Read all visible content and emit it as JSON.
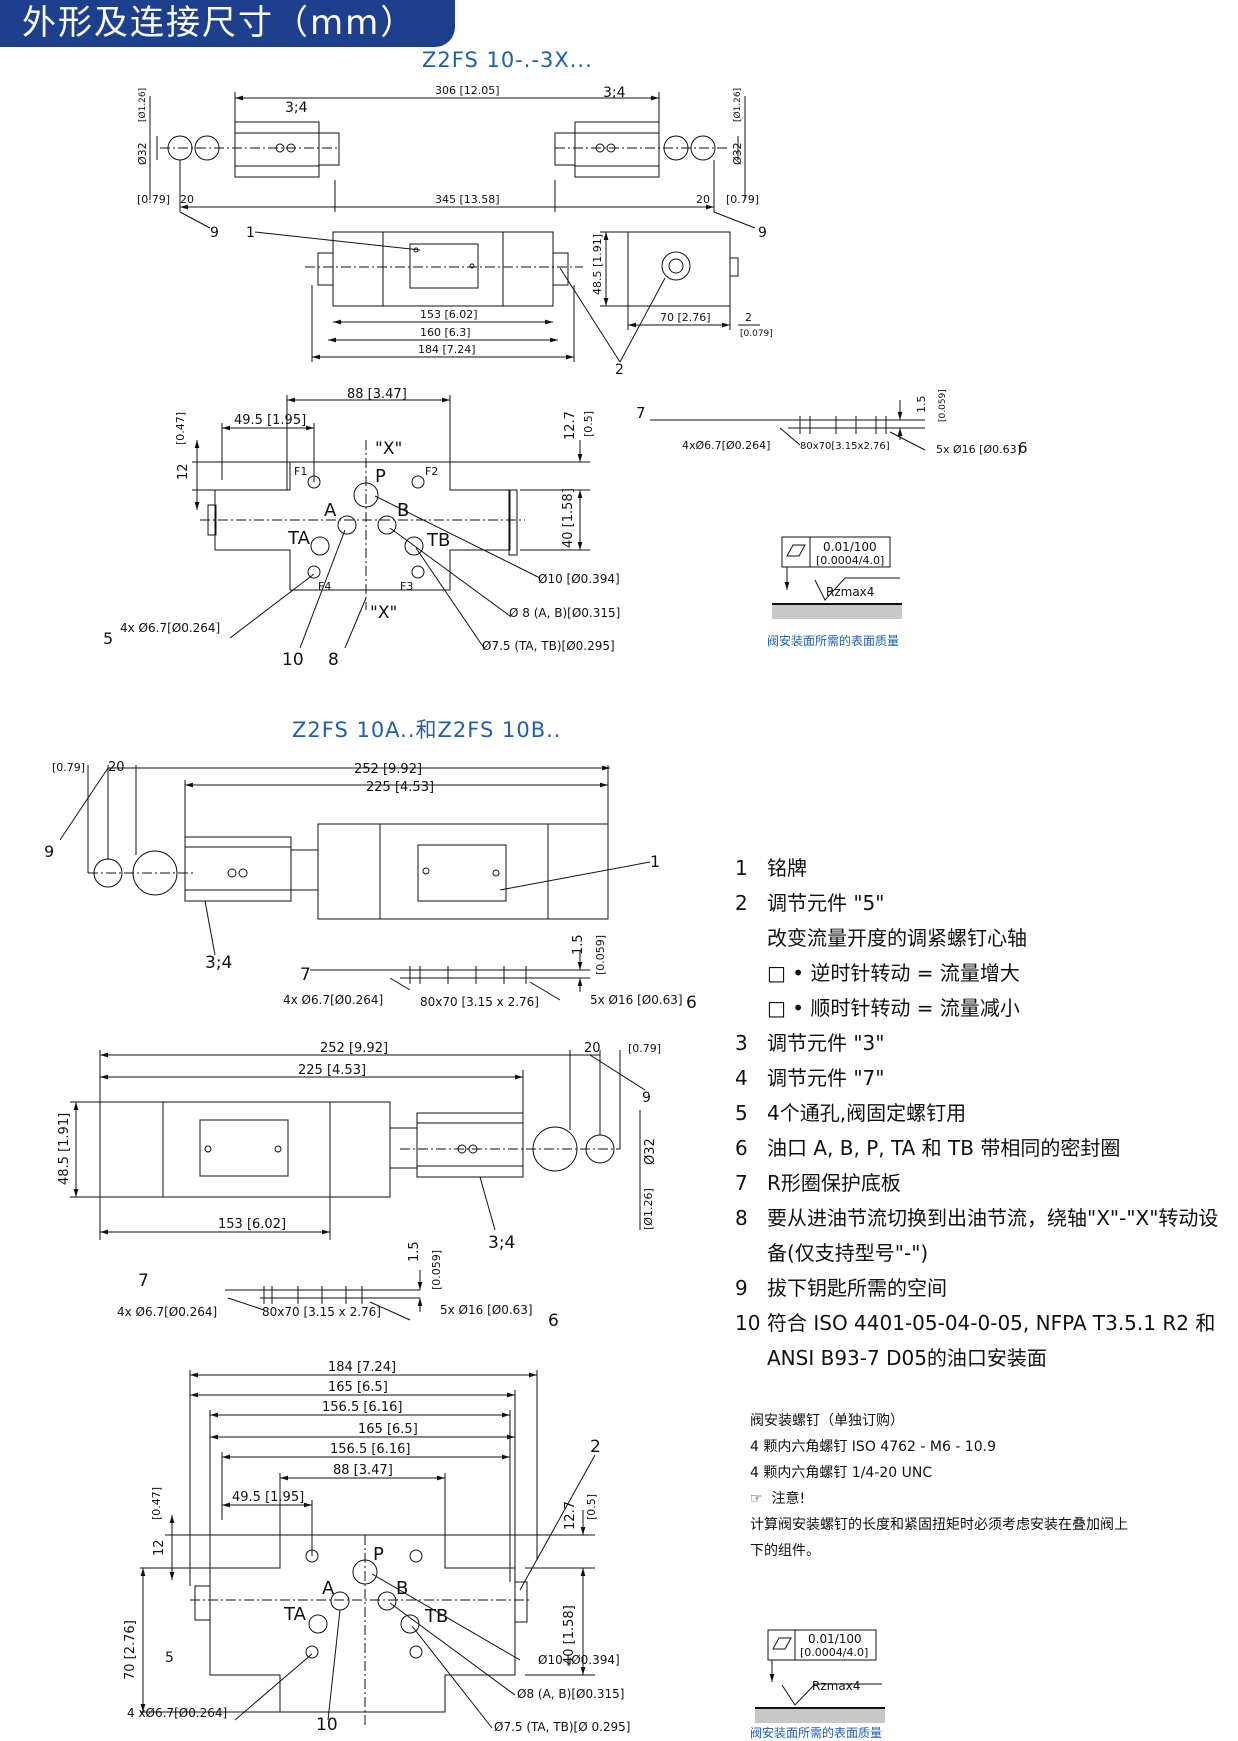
{
  "header": {
    "title": "外形及连接尺寸（mm）"
  },
  "section1": {
    "title": "Z2FS 10-.-3X...",
    "dims": {
      "d306": "306 [12.05]",
      "d345": "345 [13.58]",
      "d079a": "[0.79]",
      "d20a": "20",
      "d20b": "20",
      "d079b": "[0.79]",
      "d34a": "3;4",
      "d34b": "3;4",
      "d32a": "Ø32",
      "d126a": "[Ø1.26]",
      "d32b": "Ø32",
      "d126b": "[Ø1.26]",
      "n9a": "9",
      "n9b": "9",
      "n1": "1",
      "n2": "2",
      "d153": "153 [6.02]",
      "d160": "160 [6.3]",
      "d184": "184 [7.24]",
      "d485": "48.5 [1.91]",
      "d70": "70 [2.76]",
      "d2": "2",
      "d0079": "[0.079]"
    },
    "plate": {
      "n7": "7",
      "d4x": "4xØ6.7[Ø0.264]",
      "d80x70": "80x70[3.15x2.76]",
      "d5x": "5x Ø16 [Ø0.63]",
      "n6": "6",
      "d15": "1.5",
      "d059": "[0.059]"
    },
    "ports": {
      "d88": "88 [3.47]",
      "d495": "49.5 [1.95]",
      "d047": "[0.47]",
      "d12": "12",
      "d127": "12.7",
      "d05": "[0.5]",
      "d40": "40 [1.58]",
      "x1": "\"X\"",
      "x2": "\"X\"",
      "p": "P",
      "a": "A",
      "b": "B",
      "ta": "TA",
      "tb": "TB",
      "f1": "F1",
      "f2": "F2",
      "f3": "F3",
      "f4": "F4",
      "d10": "Ø10 [Ø0.394]",
      "d8": "Ø 8 (A, B)[Ø0.315]",
      "d75": "Ø7.5 (TA, TB)[Ø0.295]",
      "n5": "5",
      "d4x": "4x Ø6.7[Ø0.264]",
      "n10": "10",
      "n8": "8"
    },
    "surface": {
      "flat": "0.01/100",
      "flatin": "[0.0004/4.0]",
      "rz": "Rzmax4",
      "caption": "阀安装面所需的表面质量"
    }
  },
  "section2": {
    "title": "Z2FS 10A..和Z2FS 10B..",
    "top": {
      "d079": "[0.79]",
      "d20": "20",
      "d252": "252 [9.92]",
      "d225": "225 [4.53]",
      "n9": "9",
      "n1": "1",
      "n34": "3;4"
    },
    "plate1": {
      "n7": "7",
      "d4x": "4x Ø6.7[Ø0.264]",
      "d80x70": "80x70 [3.15 x 2.76]",
      "d5x": "5x Ø16 [Ø0.63]",
      "n6": "6",
      "d15": "1.5",
      "d059": "[0.059]"
    },
    "mid": {
      "d252": "252 [9.92]",
      "d225": "225 [4.53]",
      "d20": "20",
      "d079": "[0.79]",
      "n9": "9",
      "d485": "48.5 [1.91]",
      "d32": "Ø32",
      "d126": "[Ø1.26]",
      "d153": "153 [6.02]",
      "n34": "3;4"
    },
    "plate2": {
      "n7": "7",
      "d4x": "4x Ø6.7[Ø0.264]",
      "d80x70": "80x70 [3.15 x 2.76]",
      "d5x": "5x Ø16 [Ø0.63]",
      "n6": "6",
      "d15": "1.5",
      "d059": "[0.059]"
    },
    "bottom": {
      "d184": "184 [7.24]",
      "d165a": "165 [6.5]",
      "d1565a": "156.5 [6.16]",
      "d165b": "165 [6.5]",
      "d1565b": "156.5 [6.16]",
      "d88": "88 [3.47]",
      "d495": "49.5 [1.95]",
      "d047": "[0.47]",
      "d12": "12",
      "d127": "12.7",
      "d05": "[0.5]",
      "d40": "40 [1.58]",
      "d70": "70 [2.76]",
      "n5": "5",
      "n2": "2",
      "p": "P",
      "a": "A",
      "b": "B",
      "ta": "TA",
      "tb": "TB",
      "d10": "Ø10 [Ø0.394]",
      "d8": "Ø8 (A, B)[Ø0.315]",
      "d75": "Ø7.5 (TA, TB)[Ø 0.295]",
      "d4x": "4 xØ6.7[Ø0.264]",
      "n10": "10"
    },
    "surface": {
      "flat": "0.01/100",
      "flatin": "[0.0004/4.0]",
      "rz": "Rzmax4",
      "caption": "阀安装面所需的表面质量"
    }
  },
  "legend": [
    {
      "num": "1",
      "text": "铭牌"
    },
    {
      "num": "2",
      "text": "调节元件 \"5\""
    },
    {
      "num": "",
      "text": "改变流量开度的调紧螺钉心轴"
    },
    {
      "num": "",
      "text": "□ • 逆时针转动 = 流量增大"
    },
    {
      "num": "",
      "text": "□ • 顺时针转动 = 流量减小"
    },
    {
      "num": "3",
      "text": "调节元件 \"3\""
    },
    {
      "num": "4",
      "text": "调节元件 \"7\""
    },
    {
      "num": "5",
      "text": "4个通孔,阀固定螺钉用"
    },
    {
      "num": "6",
      "text": "油口 A, B, P, TA 和 TB 带相同的密封圈"
    },
    {
      "num": "7",
      "text": "R形圈保护底板"
    },
    {
      "num": "8",
      "text": "要从进油节流切换到出油节流，绕轴\"X\"-\"X\"转动设"
    },
    {
      "num": "",
      "text": "备(仅支持型号\"-\")"
    },
    {
      "num": "9",
      "text": "拔下钥匙所需的空间"
    },
    {
      "num": "10",
      "text": "符合 ISO 4401-05-04-0-05, NFPA T3.5.1 R2 和"
    },
    {
      "num": "",
      "text": "ANSI B93-7 D05的油口安装面"
    }
  ],
  "notes": {
    "line1": "阀安装螺钉（单独订购）",
    "line2": "4 颗内六角螺钉 ISO 4762 - M6 - 10.9",
    "line3": "4 颗内六角螺钉 1/4-20 UNC",
    "line4": "注意!",
    "line5": "计算阀安装螺钉的长度和紧固扭矩时必须考虑安装在叠加阀上",
    "line6": "下的组件。"
  }
}
